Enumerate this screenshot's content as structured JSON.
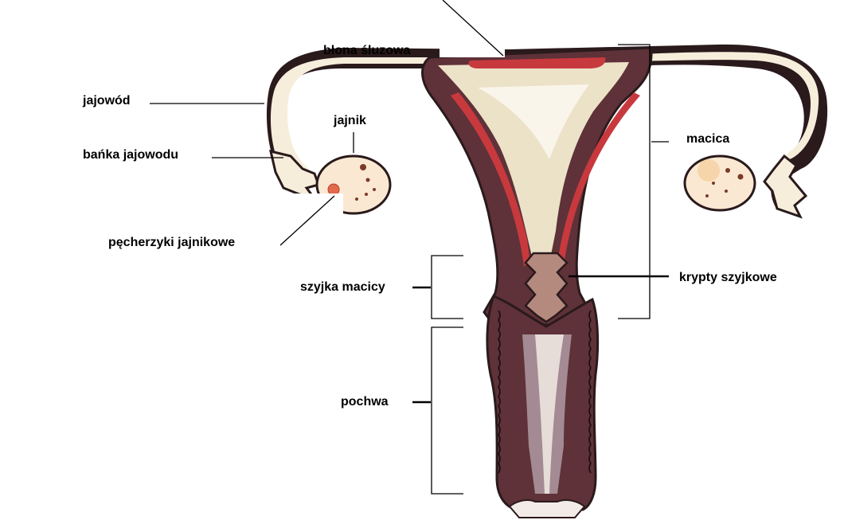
{
  "labels": {
    "blona_sluzowa": "błona śluzowa",
    "jajowod": "jajowód",
    "jajnik": "jajnik",
    "banka_jajowodu": "bańka jajowodu",
    "pecherzyki_jajnikowe": "pęcherzyki jajnikowe",
    "macica": "macica",
    "szyjka_macicy": "szyjka macicy",
    "krypty_szyjkowe": "krypty szyjkowe",
    "pochwa": "pochwa"
  },
  "colors": {
    "outline": "#2a1a1c",
    "uterus_wall": "#5e3238",
    "tube_fill": "#f6eedb",
    "cavity_light": "#ece2c8",
    "endometrium_red": "#c8393e",
    "ovary_fill": "#fbe8d2",
    "ovary_dot": "#7a3a2a",
    "follicle": "#e36a4a",
    "cervix_crypt": "#b58a7e",
    "vagina_inner": "#a48a92"
  }
}
